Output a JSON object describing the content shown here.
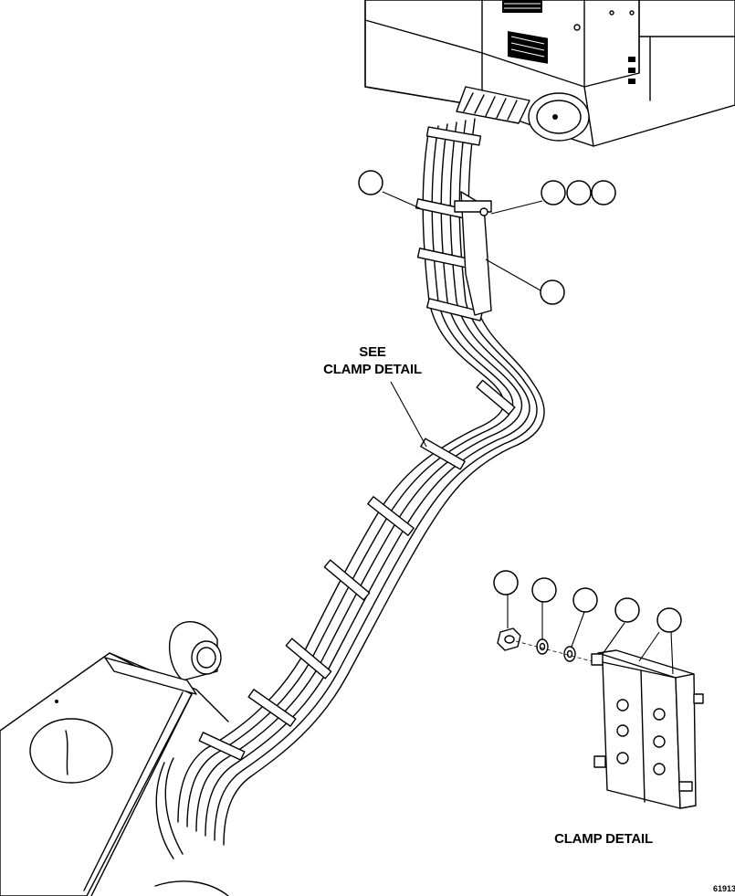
{
  "labels": {
    "see_clamp_line1": "SEE",
    "see_clamp_line2": "CLAMP DETAIL",
    "clamp_detail_title": "CLAMP DETAIL",
    "drawing_number": "61913"
  },
  "callout_balloons": [
    {
      "id": "balloon-harness-clamp",
      "text": ""
    },
    {
      "id": "balloon-bracket-1",
      "text": ""
    },
    {
      "id": "balloon-bracket-2",
      "text": ""
    },
    {
      "id": "balloon-bracket-3",
      "text": ""
    },
    {
      "id": "balloon-support",
      "text": ""
    },
    {
      "id": "balloon-nut",
      "text": ""
    },
    {
      "id": "balloon-lockwasher",
      "text": ""
    },
    {
      "id": "balloon-flatwasher",
      "text": ""
    },
    {
      "id": "balloon-stud",
      "text": ""
    },
    {
      "id": "balloon-clamp-block",
      "text": ""
    }
  ],
  "colors": {
    "line": "#000000",
    "background": "#ffffff"
  }
}
